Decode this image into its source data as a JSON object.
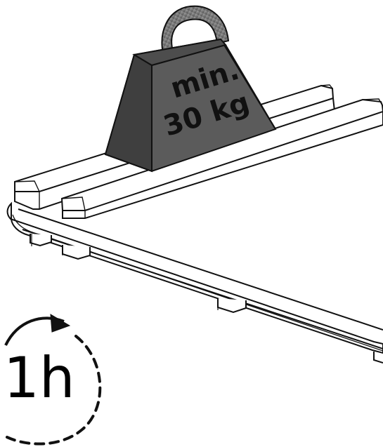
{
  "weight": {
    "line1": "min.",
    "line2": "30 kg"
  },
  "timer": {
    "label": "1h"
  },
  "colors": {
    "outline": "#111111",
    "weight_front": "#5b5b5b",
    "weight_side": "#3f3f3f",
    "weight_top": "#4d4d4d",
    "handle": "#8a8a8a",
    "board": "#ffffff"
  },
  "icons": {
    "timer": "clock-arrow-icon",
    "weight": "kettlebell-weight-icon"
  }
}
